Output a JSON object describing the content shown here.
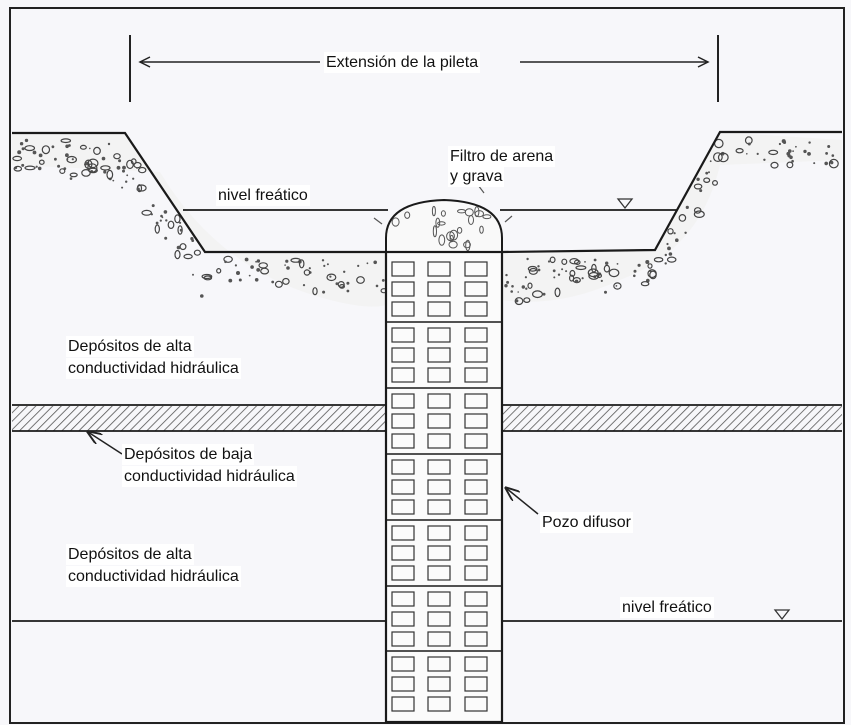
{
  "labels": {
    "extension": "Extensión de la pileta",
    "filter_line1": "Filtro de arena",
    "filter_line2": "y grava",
    "water_table_top": "nivel freático",
    "water_table_bottom": "nivel freático",
    "high_cond_top_line1": "Depósitos de alta",
    "high_cond_top_line2": "conductividad hidráulica",
    "low_cond_line1": "Depósitos de baja",
    "low_cond_line2": "conductividad hidráulica",
    "high_cond_bottom_line1": "Depósitos de alta",
    "high_cond_bottom_line2": "conductividad hidráulica",
    "well": "Pozo difusor"
  },
  "colors": {
    "line": "#1a1a1a",
    "background": "#f7f7fa",
    "gravel": "#555555",
    "hatch": "#444444"
  },
  "icons": {
    "water_table_marker": "inverted-triangle-icon",
    "arrow": "arrow-icon"
  }
}
